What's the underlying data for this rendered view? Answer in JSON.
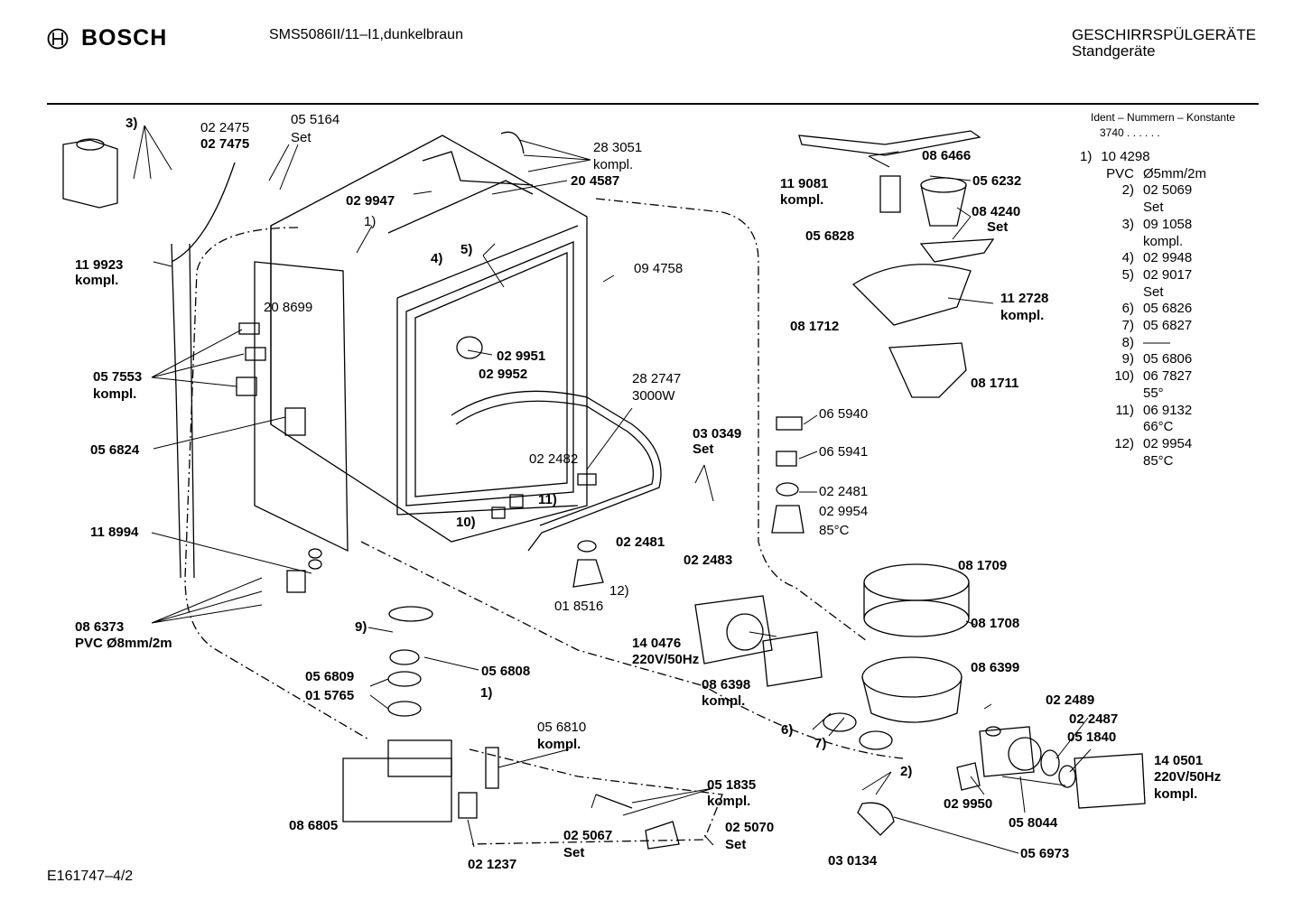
{
  "header": {
    "brand": "BOSCH",
    "model": "SMS5086II/11–I1,dunkelbraun",
    "category_line1": "GESCHIRRSPÜLGERÄTE",
    "category_line2": "Standgeräte"
  },
  "ident": {
    "title": "Ident – Nummern – Konstante",
    "value": "3740  . . . . . ."
  },
  "footer": "E161747–4/2",
  "labels": [
    {
      "id": "l1",
      "text": "3)",
      "bold": true
    },
    {
      "id": "l2",
      "text": "02 2475"
    },
    {
      "id": "l3",
      "text": "02 7475",
      "bold": true
    },
    {
      "id": "l4",
      "text": "05 5164"
    },
    {
      "id": "l5",
      "text": "Set"
    },
    {
      "id": "l6",
      "text": "28 3051"
    },
    {
      "id": "l7",
      "text": "kompl."
    },
    {
      "id": "l8",
      "text": "20 4587",
      "bold": true
    },
    {
      "id": "l9",
      "text": "02 9947",
      "bold": true
    },
    {
      "id": "l10",
      "text": "1)"
    },
    {
      "id": "l11",
      "text": "4)",
      "bold": true
    },
    {
      "id": "l12",
      "text": "5)",
      "bold": true
    },
    {
      "id": "l13",
      "text": "09 4758"
    },
    {
      "id": "l14",
      "text": "11 9923",
      "bold": true
    },
    {
      "id": "l15",
      "text": "kompl.",
      "bold": true
    },
    {
      "id": "l16",
      "text": "20 8699"
    },
    {
      "id": "l17",
      "text": "02 9951",
      "bold": true
    },
    {
      "id": "l18",
      "text": "02 9952",
      "bold": true
    },
    {
      "id": "l19",
      "text": "05 7553",
      "bold": true
    },
    {
      "id": "l20",
      "text": "kompl.",
      "bold": true
    },
    {
      "id": "l21",
      "text": "28 2747"
    },
    {
      "id": "l22",
      "text": "3000W"
    },
    {
      "id": "l23",
      "text": "05 6824",
      "bold": true
    },
    {
      "id": "l24",
      "text": "02 2482"
    },
    {
      "id": "l25",
      "text": "11)",
      "bold": true
    },
    {
      "id": "l26",
      "text": "10)",
      "bold": true
    },
    {
      "id": "l27",
      "text": "11 8994",
      "bold": true
    },
    {
      "id": "l28",
      "text": "02 2481",
      "bold": true
    },
    {
      "id": "l29",
      "text": "12)"
    },
    {
      "id": "l30",
      "text": "01 8516"
    },
    {
      "id": "l31",
      "text": "08 6373",
      "bold": true
    },
    {
      "id": "l32",
      "text": "PVC Ø8mm/2m",
      "bold": true
    },
    {
      "id": "l33",
      "text": "9)",
      "bold": true
    },
    {
      "id": "l34",
      "text": "05 6808",
      "bold": true
    },
    {
      "id": "l35",
      "text": "05 6809",
      "bold": true
    },
    {
      "id": "l36",
      "text": "01 5765",
      "bold": true
    },
    {
      "id": "l37",
      "text": "1)",
      "bold": true
    },
    {
      "id": "l38",
      "text": "05 6810",
      "bold": false
    },
    {
      "id": "l39",
      "text": "kompl.",
      "bold": true
    },
    {
      "id": "l40",
      "text": "08 6805",
      "bold": true
    },
    {
      "id": "l41",
      "text": "05 1835",
      "bold": true
    },
    {
      "id": "l42",
      "text": "kompl.",
      "bold": true
    },
    {
      "id": "l43",
      "text": "02 5067",
      "bold": true
    },
    {
      "id": "l44",
      "text": "Set",
      "bold": true
    },
    {
      "id": "l45",
      "text": "02 5070",
      "bold": true
    },
    {
      "id": "l46",
      "text": "Set",
      "bold": true
    },
    {
      "id": "l47",
      "text": "02 1237",
      "bold": true
    },
    {
      "id": "l48",
      "text": "08 6466",
      "bold": true
    },
    {
      "id": "l49",
      "text": "11 9081",
      "bold": true
    },
    {
      "id": "l50",
      "text": "kompl.",
      "bold": true
    },
    {
      "id": "l51",
      "text": "05 6232",
      "bold": true
    },
    {
      "id": "l52",
      "text": "08 4240",
      "bold": true
    },
    {
      "id": "l53",
      "text": "Set",
      "bold": true
    },
    {
      "id": "l54",
      "text": "05 6828",
      "bold": true
    },
    {
      "id": "l55",
      "text": "11 2728",
      "bold": true
    },
    {
      "id": "l56",
      "text": "kompl.",
      "bold": true
    },
    {
      "id": "l57",
      "text": "08 1712",
      "bold": true
    },
    {
      "id": "l58",
      "text": "08 1711",
      "bold": true
    },
    {
      "id": "l59",
      "text": "06 5940"
    },
    {
      "id": "l60",
      "text": "03 0349",
      "bold": true
    },
    {
      "id": "l61",
      "text": "Set",
      "bold": true
    },
    {
      "id": "l62",
      "text": "06 5941"
    },
    {
      "id": "l63",
      "text": "02 2481"
    },
    {
      "id": "l64",
      "text": "02 9954"
    },
    {
      "id": "l65",
      "text": "85°C"
    },
    {
      "id": "l66",
      "text": "02 2483",
      "bold": true
    },
    {
      "id": "l67",
      "text": "08 1709",
      "bold": true
    },
    {
      "id": "l68",
      "text": "08 1708",
      "bold": true
    },
    {
      "id": "l69",
      "text": "14 0476",
      "bold": true
    },
    {
      "id": "l70",
      "text": "220V/50Hz",
      "bold": true
    },
    {
      "id": "l71",
      "text": "08 6399",
      "bold": true
    },
    {
      "id": "l72",
      "text": "08 6398",
      "bold": true
    },
    {
      "id": "l73",
      "text": "kompl.",
      "bold": true
    },
    {
      "id": "l74",
      "text": "6)",
      "bold": true
    },
    {
      "id": "l75",
      "text": "7)",
      "bold": true
    },
    {
      "id": "l76",
      "text": "02 2489",
      "bold": true
    },
    {
      "id": "l77",
      "text": "02 2487",
      "bold": true
    },
    {
      "id": "l78",
      "text": "05 1840",
      "bold": true
    },
    {
      "id": "l79",
      "text": "14 0501",
      "bold": true
    },
    {
      "id": "l80",
      "text": "220V/50Hz",
      "bold": true
    },
    {
      "id": "l81",
      "text": "kompl.",
      "bold": true
    },
    {
      "id": "l82",
      "text": "2)",
      "bold": true
    },
    {
      "id": "l83",
      "text": "02 9950",
      "bold": true
    },
    {
      "id": "l84",
      "text": "05 8044",
      "bold": true
    },
    {
      "id": "l85",
      "text": "03 0134",
      "bold": true
    },
    {
      "id": "l86",
      "text": "05 6973",
      "bold": true
    }
  ],
  "legend": [
    {
      "n": "1)",
      "t": "10 4298"
    },
    {
      "n": "PVC",
      "t": "Ø5mm/2m"
    },
    {
      "n": "2)",
      "t": "02 5069"
    },
    {
      "n": "",
      "t": "Set"
    },
    {
      "n": "3)",
      "t": "09 1058"
    },
    {
      "n": "",
      "t": "kompl."
    },
    {
      "n": "4)",
      "t": "02 9948"
    },
    {
      "n": "5)",
      "t": "02 9017"
    },
    {
      "n": "",
      "t": "Set"
    },
    {
      "n": "6)",
      "t": "05 6826"
    },
    {
      "n": "7)",
      "t": "05 6827"
    },
    {
      "n": "8)",
      "t": "——"
    },
    {
      "n": "9)",
      "t": "05 6806"
    },
    {
      "n": "10)",
      "t": "06 7827"
    },
    {
      "n": "",
      "t": "55°"
    },
    {
      "n": "11)",
      "t": "06 9132"
    },
    {
      "n": "",
      "t": "66°C"
    },
    {
      "n": "12)",
      "t": "02 9954"
    },
    {
      "n": "",
      "t": "85°C"
    }
  ]
}
